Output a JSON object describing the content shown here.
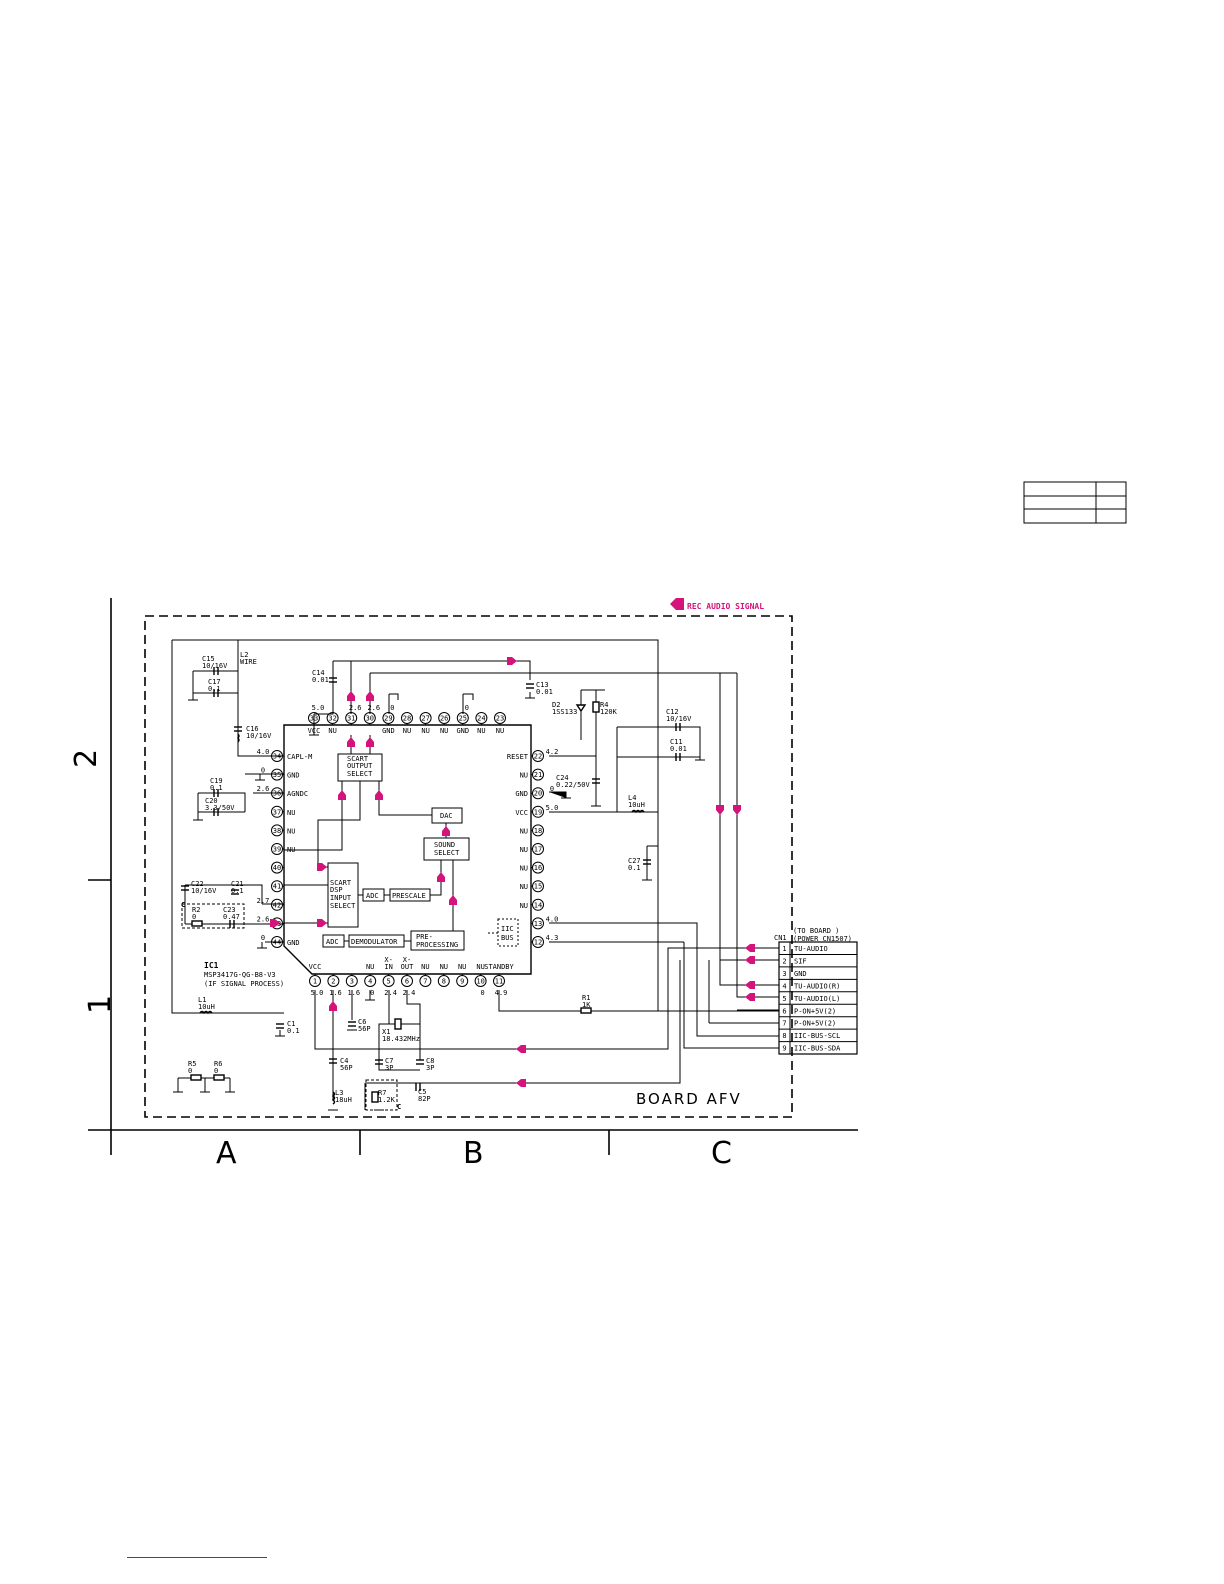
{
  "grid": {
    "rows": [
      "2",
      "1"
    ],
    "cols": [
      "A",
      "B",
      "C"
    ]
  },
  "board_name": "BOARD  AFV",
  "rec_signal_label": "REC AUDIO SIGNAL",
  "rec_signal_color": "#d4147a",
  "ic": {
    "ref": "IC1",
    "part": "MSP3417G-QG-B8-V3",
    "function": "(IF SIGNAL PROCESS)",
    "blocks": {
      "scart_out": [
        "SCART",
        "OUTPUT",
        "SELECT"
      ],
      "scart_in": [
        "SCART",
        "DSP",
        "INPUT",
        "SELECT"
      ],
      "dac": "DAC",
      "sound_select": [
        "SOUND",
        "SELECT"
      ],
      "adc_top": "ADC",
      "prescale": "PRESCALE",
      "adc_bottom": "ADC",
      "demodulator": "DEMODULATOR",
      "preprocessing": [
        "PRE-",
        "PROCESSING"
      ],
      "iic_bus": [
        "IIC",
        "BUS"
      ]
    },
    "top_pins": [
      {
        "num": "33",
        "name": "VCC",
        "volt": "5.0"
      },
      {
        "num": "32",
        "name": "NU",
        "volt": ""
      },
      {
        "num": "31",
        "name": "",
        "volt": "2.6"
      },
      {
        "num": "30",
        "name": "",
        "volt": "2.6"
      },
      {
        "num": "29",
        "name": "GND",
        "volt": "0"
      },
      {
        "num": "28",
        "name": "NU",
        "volt": ""
      },
      {
        "num": "27",
        "name": "NU",
        "volt": ""
      },
      {
        "num": "26",
        "name": "NU",
        "volt": ""
      },
      {
        "num": "25",
        "name": "GND",
        "volt": "0"
      },
      {
        "num": "24",
        "name": "NU",
        "volt": ""
      },
      {
        "num": "23",
        "name": "NU",
        "volt": ""
      }
    ],
    "left_pins": [
      {
        "num": "34",
        "name": "CAPL-M",
        "volt": "4.0"
      },
      {
        "num": "35",
        "name": "GND",
        "volt": "0"
      },
      {
        "num": "36",
        "name": "AGNDC",
        "volt": "2.6"
      },
      {
        "num": "37",
        "name": "NU",
        "volt": ""
      },
      {
        "num": "38",
        "name": "NU",
        "volt": ""
      },
      {
        "num": "39",
        "name": "NU",
        "volt": ""
      },
      {
        "num": "40",
        "name": "",
        "volt": ""
      },
      {
        "num": "41",
        "name": "",
        "volt": ""
      },
      {
        "num": "42",
        "name": "",
        "volt": "2.7"
      },
      {
        "num": "43",
        "name": "",
        "volt": "2.6"
      },
      {
        "num": "44",
        "name": "GND",
        "volt": "0"
      }
    ],
    "right_pins": [
      {
        "num": "22",
        "name": "RESET",
        "volt": "4.2"
      },
      {
        "num": "21",
        "name": "NU",
        "volt": ""
      },
      {
        "num": "20",
        "name": "GND",
        "volt": "0"
      },
      {
        "num": "19",
        "name": "VCC",
        "volt": "5.0"
      },
      {
        "num": "18",
        "name": "NU",
        "volt": ""
      },
      {
        "num": "17",
        "name": "NU",
        "volt": ""
      },
      {
        "num": "16",
        "name": "NU",
        "volt": ""
      },
      {
        "num": "15",
        "name": "NU",
        "volt": ""
      },
      {
        "num": "14",
        "name": "NU",
        "volt": ""
      },
      {
        "num": "13",
        "name": "",
        "volt": "4.0"
      },
      {
        "num": "12",
        "name": "",
        "volt": "4.3"
      }
    ],
    "bottom_pins": [
      {
        "num": "1",
        "name": "VCC",
        "volt": "5.0"
      },
      {
        "num": "2",
        "name": "",
        "volt": "1.6"
      },
      {
        "num": "3",
        "name": "",
        "volt": "1.6"
      },
      {
        "num": "4",
        "name": "NU",
        "volt": "0"
      },
      {
        "num": "5",
        "name": "X-IN",
        "volt": "2.4"
      },
      {
        "num": "6",
        "name": "X-OUT",
        "volt": "2.4"
      },
      {
        "num": "7",
        "name": "NU",
        "volt": ""
      },
      {
        "num": "8",
        "name": "NU",
        "volt": ""
      },
      {
        "num": "9",
        "name": "NU",
        "volt": ""
      },
      {
        "num": "10",
        "name": "NU",
        "volt": "0"
      },
      {
        "num": "11",
        "name": "STANDBY",
        "volt": "4.9"
      }
    ]
  },
  "components": {
    "C15a": {
      "ref": "C15",
      "val": "10/16V"
    },
    "L2": {
      "ref": "L2",
      "val": "WIRE"
    },
    "C17": {
      "ref": "C17",
      "val": "0.1"
    },
    "C16": {
      "ref": "C16",
      "val": "10/16V"
    },
    "C14": {
      "ref": "C14",
      "val": "0.01"
    },
    "C13": {
      "ref": "C13",
      "val": "0.01"
    },
    "D2": {
      "ref": "D2",
      "val": "1SS133"
    },
    "R4": {
      "ref": "R4",
      "val": "120K"
    },
    "C12": {
      "ref": "C12",
      "val": "10/16V"
    },
    "C11": {
      "ref": "C11",
      "val": "0.01"
    },
    "C19": {
      "ref": "C19",
      "val": "0.1"
    },
    "C20": {
      "ref": "C20",
      "val": "3.3/50V"
    },
    "C24": {
      "ref": "C24",
      "val": "0.22/50V"
    },
    "L4": {
      "ref": "L4",
      "val": "10uH"
    },
    "C27": {
      "ref": "C27",
      "val": "0.1"
    },
    "C22": {
      "ref": "C22",
      "val": "10/16V"
    },
    "C21": {
      "ref": "C21",
      "val": "0.1"
    },
    "R2": {
      "ref": "R2",
      "val": "0"
    },
    "C23": {
      "ref": "C23",
      "val": "0.47"
    },
    "L1": {
      "ref": "L1",
      "val": "10uH"
    },
    "C1": {
      "ref": "C1",
      "val": "0.1"
    },
    "C6": {
      "ref": "C6",
      "val": "56P"
    },
    "X1": {
      "ref": "X1",
      "val": "18.432MHz"
    },
    "R1": {
      "ref": "R1",
      "val": "1K"
    },
    "C4": {
      "ref": "C4",
      "val": "56P"
    },
    "C7": {
      "ref": "C7",
      "val": "3P"
    },
    "C8": {
      "ref": "C8",
      "val": "3P"
    },
    "L3": {
      "ref": "L3",
      "val": "18uH"
    },
    "R7": {
      "ref": "R7",
      "val": "1.2K"
    },
    "C5": {
      "ref": "C5",
      "val": "82P"
    },
    "R5": {
      "ref": "R5",
      "val": "0"
    },
    "R6": {
      "ref": "R6",
      "val": "0"
    },
    "c_mark": "C"
  },
  "connector": {
    "ref": "CN1",
    "dest_line1": "(TO BOARD   )",
    "dest_line2": "(POWER CN1507)",
    "pins": [
      {
        "num": "1",
        "name": "TU-AUDIO"
      },
      {
        "num": "2",
        "name": "SIF"
      },
      {
        "num": "3",
        "name": "GND"
      },
      {
        "num": "4",
        "name": "TU-AUDIO(R)"
      },
      {
        "num": "5",
        "name": "TU-AUDIO(L)"
      },
      {
        "num": "6",
        "name": "P-ON+5V(2)"
      },
      {
        "num": "7",
        "name": "P-ON+5V(2)"
      },
      {
        "num": "8",
        "name": "IIC-BUS-SCL"
      },
      {
        "num": "9",
        "name": "IIC-BUS-SDA"
      }
    ]
  }
}
